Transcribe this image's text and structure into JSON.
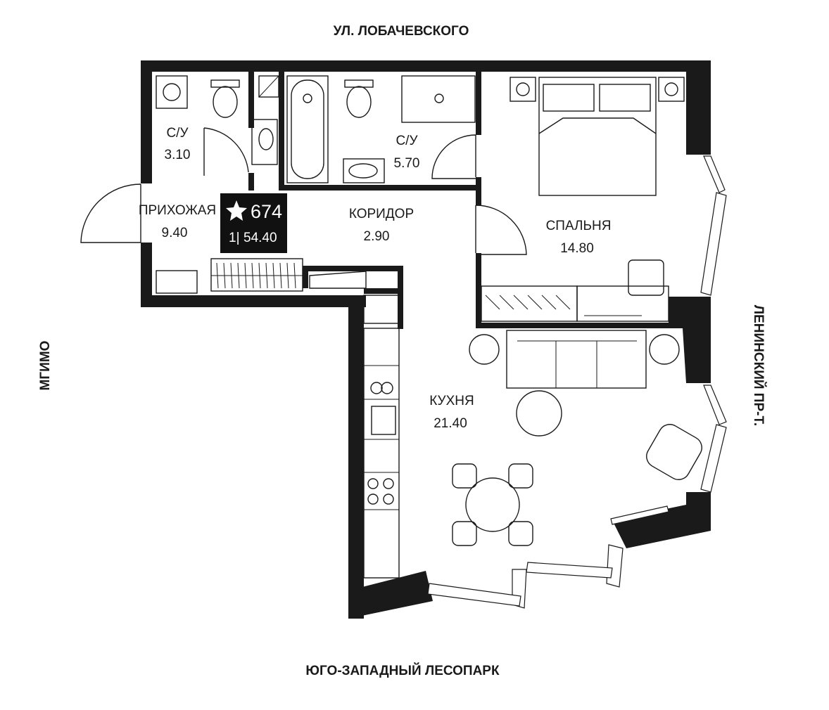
{
  "streets": {
    "top": "УЛ. ЛОБАЧЕВСКОГО",
    "bottom": "ЮГО-ЗАПАДНЫЙ ЛЕСОПАРК",
    "left": "МГИМО",
    "right": "ЛЕНИНСКИЙ ПР-Т."
  },
  "badge": {
    "number": "674",
    "rooms": "1|",
    "total_area": "54.40"
  },
  "rooms": {
    "wc_small": {
      "name": "С/У",
      "area": "3.10"
    },
    "wc_large": {
      "name": "С/У",
      "area": "5.70"
    },
    "hall": {
      "name": "ПРИХОЖАЯ",
      "area": "9.40"
    },
    "corridor": {
      "name": "КОРИДОР",
      "area": "2.90"
    },
    "bedroom": {
      "name": "СПАЛЬНЯ",
      "area": "14.80"
    },
    "kitchen": {
      "name": "КУХНЯ",
      "area": "21.40"
    }
  },
  "colors": {
    "wall": "#1a1a1a",
    "badge_background": "#111111",
    "background": "#ffffff"
  }
}
